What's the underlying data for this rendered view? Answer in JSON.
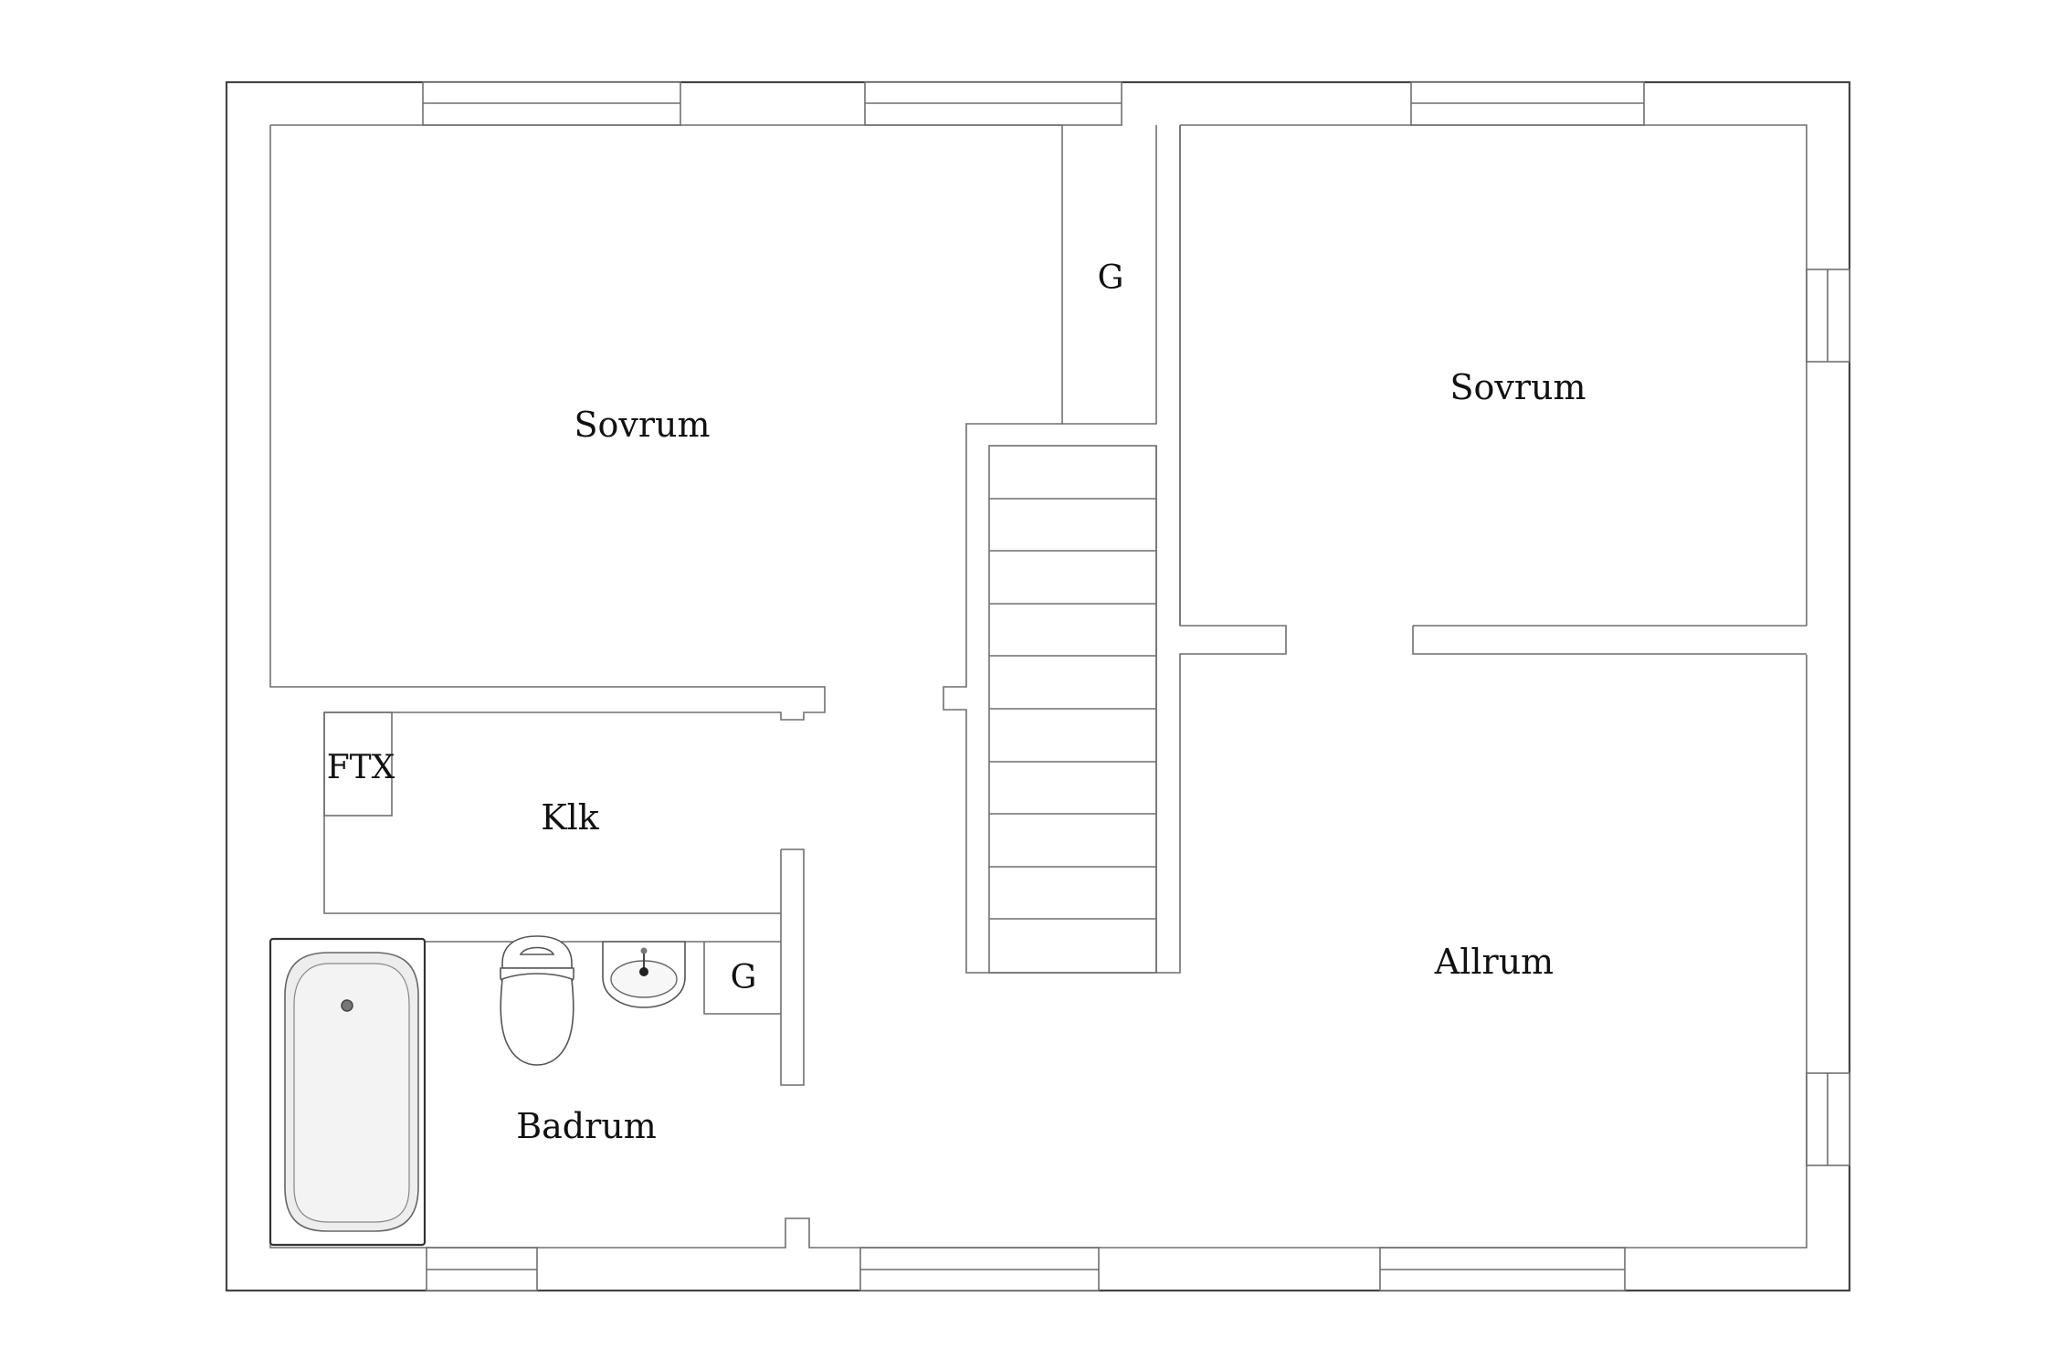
{
  "rooms": {
    "sovrum_left": "Sovrum",
    "sovrum_right": "Sovrum",
    "allrum": "Allrum",
    "klk": "Klk",
    "badrum": "Badrum",
    "ftx": "FTX",
    "g_top": "G",
    "g_bath": "G"
  }
}
